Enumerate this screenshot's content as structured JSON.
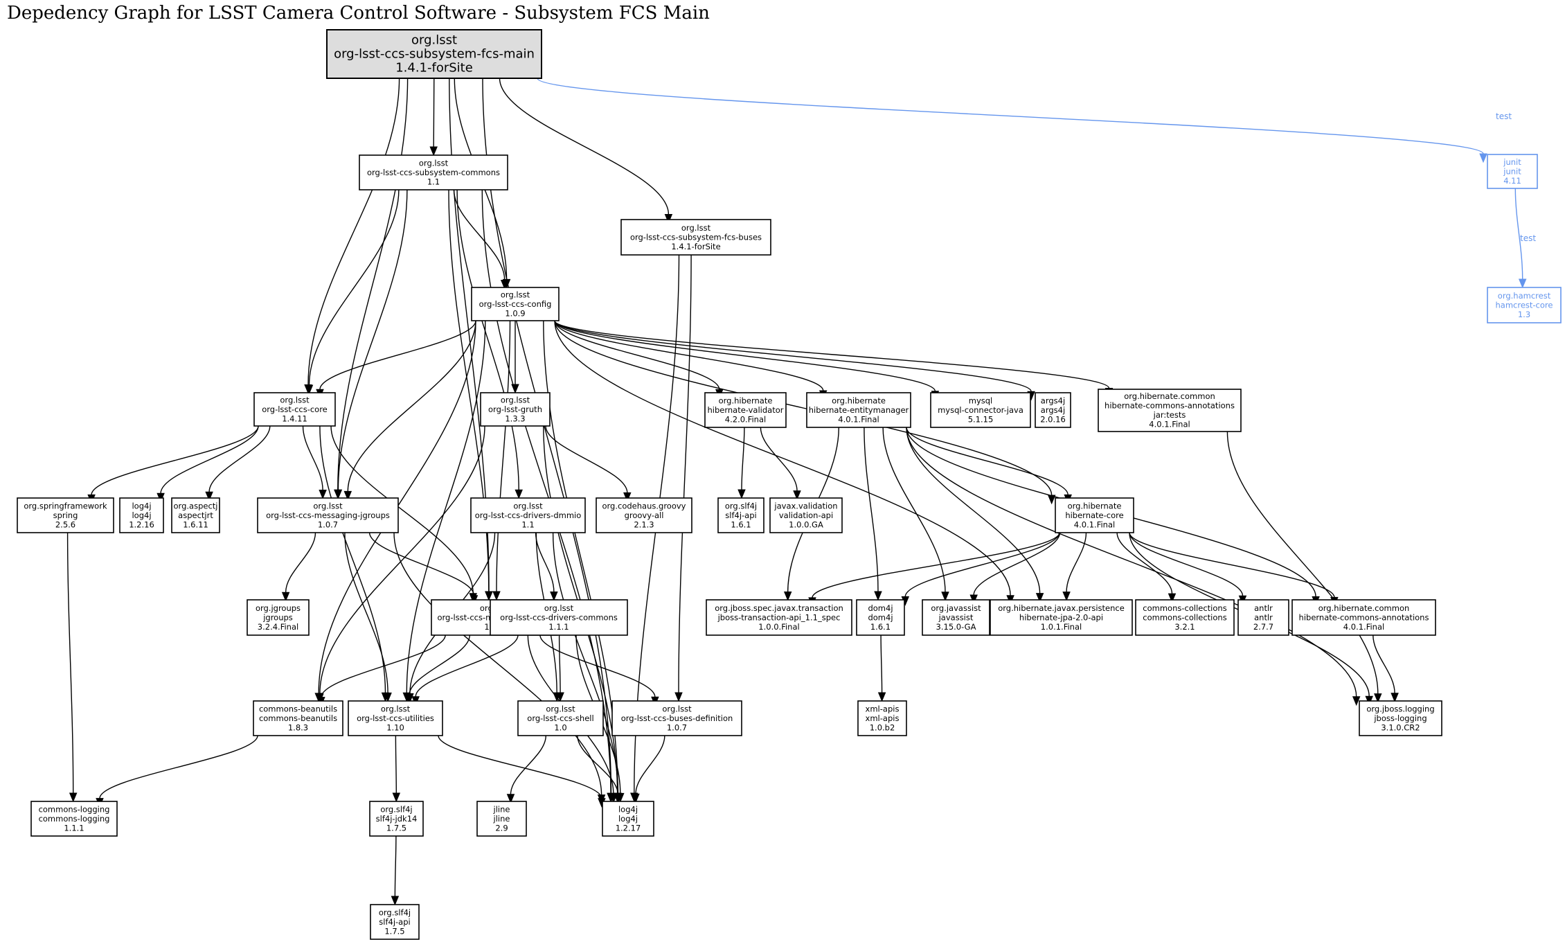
{
  "title": "Depedency Graph for LSST Camera Control Software - Subsystem FCS Main",
  "colors": {
    "default": "#000000",
    "root_fill": "#dddddd",
    "test": "#6495ed"
  },
  "nodes": [
    {
      "id": "fcs-main",
      "lines": [
        "org.lsst",
        "org-lsst-ccs-subsystem-fcs-main",
        "1.4.1-forSite"
      ],
      "root": true
    },
    {
      "id": "subsystem-commons",
      "lines": [
        "org.lsst",
        "org-lsst-ccs-subsystem-commons",
        "1.1"
      ]
    },
    {
      "id": "fcs-buses",
      "lines": [
        "org.lsst",
        "org-lsst-ccs-subsystem-fcs-buses",
        "1.4.1-forSite"
      ]
    },
    {
      "id": "config",
      "lines": [
        "org.lsst",
        "org-lsst-ccs-config",
        "1.0.9"
      ]
    },
    {
      "id": "core",
      "lines": [
        "org.lsst",
        "org-lsst-ccs-core",
        "1.4.11"
      ]
    },
    {
      "id": "gruth",
      "lines": [
        "org.lsst",
        "org-lsst-gruth",
        "1.3.3"
      ]
    },
    {
      "id": "hibernate-validator",
      "lines": [
        "org.hibernate",
        "hibernate-validator",
        "4.2.0.Final"
      ]
    },
    {
      "id": "hibernate-entitymanager",
      "lines": [
        "org.hibernate",
        "hibernate-entitymanager",
        "4.0.1.Final"
      ]
    },
    {
      "id": "mysql",
      "lines": [
        "mysql",
        "mysql-connector-java",
        "5.1.15"
      ]
    },
    {
      "id": "args4j",
      "lines": [
        "args4j",
        "args4j",
        "2.0.16"
      ]
    },
    {
      "id": "hca-tests",
      "lines": [
        "org.hibernate.common",
        "hibernate-commons-annotations",
        "jar:tests",
        "4.0.1.Final"
      ]
    },
    {
      "id": "spring",
      "lines": [
        "org.springframework",
        "spring",
        "2.5.6"
      ]
    },
    {
      "id": "log4j-1216",
      "lines": [
        "log4j",
        "log4j",
        "1.2.16"
      ]
    },
    {
      "id": "aspectj",
      "lines": [
        "org.aspectj",
        "aspectjrt",
        "1.6.11"
      ]
    },
    {
      "id": "messaging-jgroups",
      "lines": [
        "org.lsst",
        "org-lsst-ccs-messaging-jgroups",
        "1.0.7"
      ]
    },
    {
      "id": "drivers-dmmio",
      "lines": [
        "org.lsst",
        "org-lsst-ccs-drivers-dmmio",
        "1.1"
      ]
    },
    {
      "id": "groovy",
      "lines": [
        "org.codehaus.groovy",
        "groovy-all",
        "2.1.3"
      ]
    },
    {
      "id": "slf4j-api-161",
      "lines": [
        "org.slf4j",
        "slf4j-api",
        "1.6.1"
      ]
    },
    {
      "id": "validation-api",
      "lines": [
        "javax.validation",
        "validation-api",
        "1.0.0.GA"
      ]
    },
    {
      "id": "hibernate-core",
      "lines": [
        "org.hibernate",
        "hibernate-core",
        "4.0.1.Final"
      ]
    },
    {
      "id": "jgroups",
      "lines": [
        "org.jgroups",
        "jgroups",
        "3.2.4.Final"
      ]
    },
    {
      "id": "messaging-layer",
      "lines": [
        "org.lsst",
        "org-lsst-ccs-messaging-layer",
        "1.0.7"
      ]
    },
    {
      "id": "drivers-commons",
      "lines": [
        "org.lsst",
        "org-lsst-ccs-drivers-commons",
        "1.1.1"
      ]
    },
    {
      "id": "jboss-transaction",
      "lines": [
        "org.jboss.spec.javax.transaction",
        "jboss-transaction-api_1.1_spec",
        "1.0.0.Final"
      ]
    },
    {
      "id": "dom4j",
      "lines": [
        "dom4j",
        "dom4j",
        "1.6.1"
      ]
    },
    {
      "id": "javassist",
      "lines": [
        "org.javassist",
        "javassist",
        "3.15.0-GA"
      ]
    },
    {
      "id": "hibernate-jpa",
      "lines": [
        "org.hibernate.javax.persistence",
        "hibernate-jpa-2.0-api",
        "1.0.1.Final"
      ]
    },
    {
      "id": "commons-collections",
      "lines": [
        "commons-collections",
        "commons-collections",
        "3.2.1"
      ]
    },
    {
      "id": "antlr",
      "lines": [
        "antlr",
        "antlr",
        "2.7.7"
      ]
    },
    {
      "id": "hca",
      "lines": [
        "org.hibernate.common",
        "hibernate-commons-annotations",
        "4.0.1.Final"
      ]
    },
    {
      "id": "commons-beanutils",
      "lines": [
        "commons-beanutils",
        "commons-beanutils",
        "1.8.3"
      ]
    },
    {
      "id": "utilities",
      "lines": [
        "org.lsst",
        "org-lsst-ccs-utilities",
        "1.10"
      ]
    },
    {
      "id": "shell",
      "lines": [
        "org.lsst",
        "org-lsst-ccs-shell",
        "1.0"
      ]
    },
    {
      "id": "buses-definition",
      "lines": [
        "org.lsst",
        "org-lsst-ccs-buses-definition",
        "1.0.7"
      ]
    },
    {
      "id": "xml-apis",
      "lines": [
        "xml-apis",
        "xml-apis",
        "1.0.b2"
      ]
    },
    {
      "id": "jboss-logging",
      "lines": [
        "org.jboss.logging",
        "jboss-logging",
        "3.1.0.CR2"
      ]
    },
    {
      "id": "commons-logging",
      "lines": [
        "commons-logging",
        "commons-logging",
        "1.1.1"
      ]
    },
    {
      "id": "slf4j-jdk14",
      "lines": [
        "org.slf4j",
        "slf4j-jdk14",
        "1.7.5"
      ]
    },
    {
      "id": "jline",
      "lines": [
        "jline",
        "jline",
        "2.9"
      ]
    },
    {
      "id": "log4j-1217",
      "lines": [
        "log4j",
        "log4j",
        "1.2.17"
      ]
    },
    {
      "id": "slf4j-api-175",
      "lines": [
        "org.slf4j",
        "slf4j-api",
        "1.7.5"
      ]
    },
    {
      "id": "junit",
      "lines": [
        "junit",
        "junit",
        "4.11"
      ],
      "scope": "test"
    },
    {
      "id": "hamcrest",
      "lines": [
        "org.hamcrest",
        "hamcrest-core",
        "1.3"
      ],
      "scope": "test"
    }
  ],
  "edges": [
    {
      "from": "fcs-main",
      "to": "subsystem-commons"
    },
    {
      "from": "fcs-main",
      "to": "fcs-buses"
    },
    {
      "from": "fcs-main",
      "to": "config"
    },
    {
      "from": "fcs-main",
      "to": "core"
    },
    {
      "from": "fcs-main",
      "to": "messaging-jgroups"
    },
    {
      "from": "fcs-main",
      "to": "messaging-layer"
    },
    {
      "from": "fcs-main",
      "to": "log4j-1217"
    },
    {
      "from": "fcs-main",
      "to": "junit",
      "label": "test",
      "scope": "test"
    },
    {
      "from": "junit",
      "to": "hamcrest",
      "label": "test",
      "scope": "test"
    },
    {
      "from": "subsystem-commons",
      "to": "config"
    },
    {
      "from": "subsystem-commons",
      "to": "core"
    },
    {
      "from": "subsystem-commons",
      "to": "messaging-jgroups"
    },
    {
      "from": "subsystem-commons",
      "to": "messaging-layer"
    },
    {
      "from": "subsystem-commons",
      "to": "drivers-dmmio"
    },
    {
      "from": "subsystem-commons",
      "to": "log4j-1217"
    },
    {
      "from": "fcs-buses",
      "to": "buses-definition"
    },
    {
      "from": "fcs-buses",
      "to": "log4j-1217"
    },
    {
      "from": "config",
      "to": "core"
    },
    {
      "from": "config",
      "to": "gruth"
    },
    {
      "from": "config",
      "to": "hibernate-validator"
    },
    {
      "from": "config",
      "to": "hibernate-entitymanager"
    },
    {
      "from": "config",
      "to": "mysql"
    },
    {
      "from": "config",
      "to": "args4j"
    },
    {
      "from": "config",
      "to": "hca-tests"
    },
    {
      "from": "config",
      "to": "hibernate-core"
    },
    {
      "from": "config",
      "to": "hibernate-jpa"
    },
    {
      "from": "config",
      "to": "messaging-jgroups"
    },
    {
      "from": "config",
      "to": "messaging-layer"
    },
    {
      "from": "config",
      "to": "utilities"
    },
    {
      "from": "config",
      "to": "commons-beanutils"
    },
    {
      "from": "config",
      "to": "log4j-1217"
    },
    {
      "from": "core",
      "to": "spring"
    },
    {
      "from": "core",
      "to": "log4j-1216"
    },
    {
      "from": "core",
      "to": "aspectj"
    },
    {
      "from": "core",
      "to": "messaging-jgroups"
    },
    {
      "from": "core",
      "to": "messaging-layer"
    },
    {
      "from": "core",
      "to": "utilities"
    },
    {
      "from": "gruth",
      "to": "groovy"
    },
    {
      "from": "gruth",
      "to": "commons-beanutils"
    },
    {
      "from": "gruth",
      "to": "log4j-1217"
    },
    {
      "from": "hibernate-validator",
      "to": "slf4j-api-161"
    },
    {
      "from": "hibernate-validator",
      "to": "validation-api"
    },
    {
      "from": "hibernate-entitymanager",
      "to": "hibernate-core"
    },
    {
      "from": "hibernate-entitymanager",
      "to": "jboss-transaction"
    },
    {
      "from": "hibernate-entitymanager",
      "to": "dom4j"
    },
    {
      "from": "hibernate-entitymanager",
      "to": "javassist"
    },
    {
      "from": "hibernate-entitymanager",
      "to": "hibernate-jpa"
    },
    {
      "from": "hibernate-entitymanager",
      "to": "hca"
    },
    {
      "from": "hibernate-entitymanager",
      "to": "jboss-logging"
    },
    {
      "from": "hca-tests",
      "to": "jboss-logging"
    },
    {
      "from": "spring",
      "to": "commons-logging"
    },
    {
      "from": "messaging-jgroups",
      "to": "jgroups"
    },
    {
      "from": "messaging-jgroups",
      "to": "messaging-layer"
    },
    {
      "from": "messaging-jgroups",
      "to": "utilities"
    },
    {
      "from": "messaging-jgroups",
      "to": "log4j-1217"
    },
    {
      "from": "drivers-dmmio",
      "to": "drivers-commons"
    },
    {
      "from": "drivers-dmmio",
      "to": "utilities"
    },
    {
      "from": "drivers-dmmio",
      "to": "shell"
    },
    {
      "from": "drivers-dmmio",
      "to": "log4j-1217"
    },
    {
      "from": "hibernate-core",
      "to": "jboss-transaction"
    },
    {
      "from": "hibernate-core",
      "to": "dom4j"
    },
    {
      "from": "hibernate-core",
      "to": "javassist"
    },
    {
      "from": "hibernate-core",
      "to": "hibernate-jpa"
    },
    {
      "from": "hibernate-core",
      "to": "commons-collections"
    },
    {
      "from": "hibernate-core",
      "to": "antlr"
    },
    {
      "from": "hibernate-core",
      "to": "hca"
    },
    {
      "from": "hibernate-core",
      "to": "jboss-logging"
    },
    {
      "from": "messaging-layer",
      "to": "commons-beanutils"
    },
    {
      "from": "messaging-layer",
      "to": "utilities"
    },
    {
      "from": "messaging-layer",
      "to": "buses-definition"
    },
    {
      "from": "messaging-layer",
      "to": "log4j-1217"
    },
    {
      "from": "drivers-commons",
      "to": "utilities"
    },
    {
      "from": "drivers-commons",
      "to": "shell"
    },
    {
      "from": "drivers-commons",
      "to": "log4j-1217"
    },
    {
      "from": "dom4j",
      "to": "xml-apis"
    },
    {
      "from": "hca",
      "to": "jboss-logging"
    },
    {
      "from": "commons-beanutils",
      "to": "commons-logging"
    },
    {
      "from": "utilities",
      "to": "slf4j-jdk14"
    },
    {
      "from": "utilities",
      "to": "log4j-1217"
    },
    {
      "from": "shell",
      "to": "jline"
    },
    {
      "from": "shell",
      "to": "log4j-1217"
    },
    {
      "from": "buses-definition",
      "to": "log4j-1217"
    },
    {
      "from": "slf4j-jdk14",
      "to": "slf4j-api-175"
    }
  ]
}
